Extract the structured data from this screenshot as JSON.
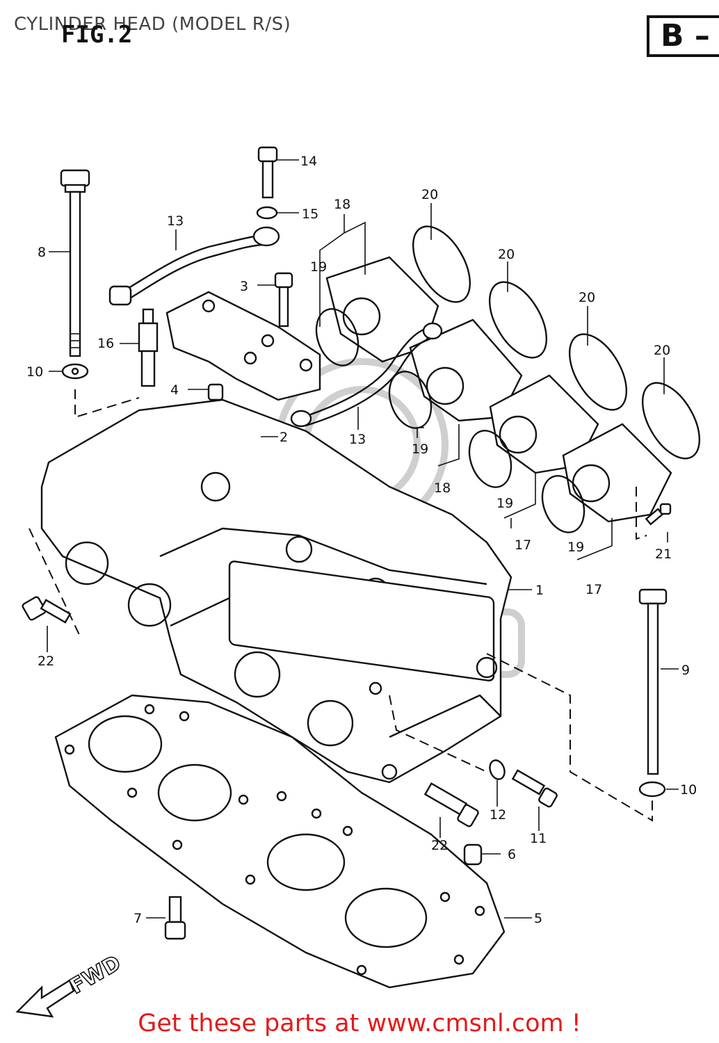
{
  "header": {
    "title": "CYLINDER HEAD (MODEL R/S)",
    "fig_label": "FIG.2",
    "section_badge": "B –"
  },
  "diagram": {
    "fwd_label": "FWD",
    "callouts": [
      "1",
      "2",
      "3",
      "4",
      "5",
      "6",
      "7",
      "8",
      "9",
      "10",
      "10",
      "11",
      "12",
      "13",
      "13",
      "14",
      "15",
      "16",
      "17",
      "17",
      "18",
      "18",
      "19",
      "19",
      "19",
      "19",
      "20",
      "20",
      "20",
      "20",
      "21",
      "22",
      "22"
    ]
  },
  "footer": {
    "link_text": "Get these parts at www.cmsnl.com !",
    "link_color": "#e31a1a"
  }
}
